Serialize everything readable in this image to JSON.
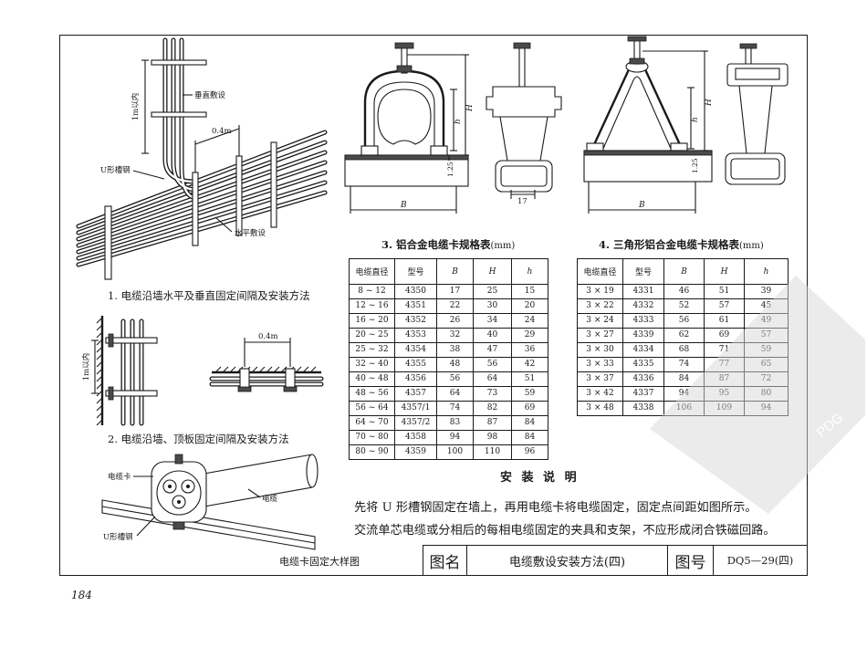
{
  "page": {
    "number": "184"
  },
  "fig1": {
    "range": "1m以内",
    "vertical": "垂直敷设",
    "spacing": "0.4m",
    "channel": "U形槽钢",
    "horizontal": "水平敷设",
    "caption": "1. 电缆沿墙水平及垂直固定间隔及安装方法"
  },
  "fig2": {
    "range": "1m以内",
    "spacing": "0.4m",
    "caption": "2. 电缆沿墙、顶板固定间隔及安装方法"
  },
  "fig3": {
    "clamp": "电缆卡",
    "cable": "电缆",
    "channel": "U形槽钢",
    "caption": "电缆卡固定大样图"
  },
  "clamp_round": {
    "h": "h",
    "H": "H",
    "thickness": "1.25",
    "B": "B",
    "side_width": "17"
  },
  "clamp_triangle": {
    "H": "H",
    "h": "h",
    "thickness": "1.25",
    "B": "B"
  },
  "table3": {
    "title": "3. 铝合金电缆卡规格表",
    "unit": "(mm)",
    "headers": [
      "电缆直径",
      "型号",
      "B",
      "H",
      "h"
    ],
    "rows": [
      [
        "8 ~ 12",
        "4350",
        "17",
        "25",
        "15"
      ],
      [
        "12 ~ 16",
        "4351",
        "22",
        "30",
        "20"
      ],
      [
        "16 ~ 20",
        "4352",
        "26",
        "34",
        "24"
      ],
      [
        "20 ~ 25",
        "4353",
        "32",
        "40",
        "29"
      ],
      [
        "25 ~ 32",
        "4354",
        "38",
        "47",
        "36"
      ],
      [
        "32 ~ 40",
        "4355",
        "48",
        "56",
        "42"
      ],
      [
        "40 ~ 48",
        "4356",
        "56",
        "64",
        "51"
      ],
      [
        "48 ~ 56",
        "4357",
        "64",
        "73",
        "59"
      ],
      [
        "56 ~ 64",
        "4357/1",
        "74",
        "82",
        "69"
      ],
      [
        "64 ~ 70",
        "4357/2",
        "83",
        "87",
        "84"
      ],
      [
        "70 ~ 80",
        "4358",
        "94",
        "98",
        "84"
      ],
      [
        "80 ~ 90",
        "4359",
        "100",
        "110",
        "96"
      ]
    ]
  },
  "table4": {
    "title": "4. 三角形铝合金电缆卡规格表",
    "unit": "(mm)",
    "headers": [
      "电缆直径",
      "型号",
      "B",
      "H",
      "h"
    ],
    "rows": [
      [
        "3 × 19",
        "4331",
        "46",
        "51",
        "39"
      ],
      [
        "3 × 22",
        "4332",
        "52",
        "57",
        "45"
      ],
      [
        "3 × 24",
        "4333",
        "56",
        "61",
        "49"
      ],
      [
        "3 × 27",
        "4339",
        "62",
        "69",
        "57"
      ],
      [
        "3 × 30",
        "4334",
        "68",
        "71",
        "59"
      ],
      [
        "3 × 33",
        "4335",
        "74",
        "77",
        "65"
      ],
      [
        "3 × 37",
        "4336",
        "84",
        "87",
        "72"
      ],
      [
        "3 × 42",
        "4337",
        "94",
        "95",
        "80"
      ],
      [
        "3 × 48",
        "4338",
        "106",
        "109",
        "94"
      ]
    ]
  },
  "notes": {
    "title": "安 装 说 明",
    "lines": [
      "先将 U 形槽钢固定在墙上，再用电缆卡将电缆固定，固定点间距如图所示。",
      "交流单芯电缆或分相后的每相电缆固定的夹具和支架，不应形成闭合铁磁回路。"
    ]
  },
  "title_block": {
    "name_label": "图名",
    "name": "电缆敷设安装方法(四)",
    "number_label": "图号",
    "number": "DQ5—29(四)"
  },
  "watermark": {
    "text": "PDG"
  },
  "colors": {
    "ink": "#1a1a1a",
    "paper": "#ffffff",
    "watermark": "#d8d8d8"
  }
}
